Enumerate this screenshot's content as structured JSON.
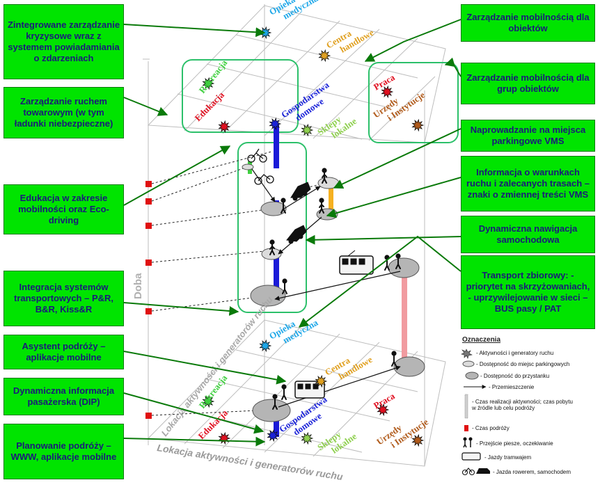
{
  "callouts": [
    {
      "id": "c1",
      "text": "Zintegrowane zarządzanie kryzysowe wraz z systemem powiadamiania o zdarzeniach"
    },
    {
      "id": "c2",
      "text": "Zarządzanie ruchem towarowym (w tym ładunki niebezpieczne)"
    },
    {
      "id": "c3",
      "text": "Edukacja w zakresie mobilności oraz Eco-driving"
    },
    {
      "id": "c4",
      "text": "Integracja systemów transportowych – P&R, B&R, Kiss&R"
    },
    {
      "id": "c5",
      "text": "Asystent podróży – aplikacje mobilne"
    },
    {
      "id": "c6",
      "text": "Dynamiczna informacja pasażerska (DIP)"
    },
    {
      "id": "c7",
      "text": "Planowanie podróży – WWW, aplikacje mobilne"
    },
    {
      "id": "c8",
      "text": "Zarządzanie mobilnością dla obiektów"
    },
    {
      "id": "c9",
      "text": "Zarządzanie mobilnością dla grup obiektów"
    },
    {
      "id": "c10",
      "text": "Naprowadzanie na miejsca parkingowe VMS"
    },
    {
      "id": "c11",
      "text": "Informacja o warunkach ruchu i zalecanych trasach – znaki o zmiennej treści VMS"
    },
    {
      "id": "c12",
      "text": "Dynamiczna nawigacja samochodowa"
    },
    {
      "id": "c13",
      "text": "Transport zbiorowy: - priorytet na skrzyżowaniach, - uprzywilejowanie w sieci – BUS pasy / PAT"
    }
  ],
  "places_top": {
    "opieka": "Opieka medyczna",
    "centra": "Centra handlowe",
    "rekreacja": "Rekreacja",
    "gospodarstwa": "Gospodarstwa domowe",
    "praca": "Praca",
    "edukacja": "Edukacja",
    "sklepy": "Sklepy lokalne",
    "urzedy": "Urzędy i Instytucje"
  },
  "places_bottom": {
    "opieka": "Opieka medyczna",
    "centra": "Centra handlowe",
    "rekreacja": "Rekreacja",
    "gospodarstwa": "Gospodarstwa domowe",
    "praca": "Praca",
    "edukacja": "Edukacja",
    "sklepy": "Sklepy lokalne",
    "urzedy": "Urzędy i Instytucje"
  },
  "axes": {
    "time": "Doba",
    "location_bottom": "Lokacja aktywności i generatorów ruchu",
    "location_left": "Lokacja aktywności i generatorów ruchu"
  },
  "legend": {
    "title": "Oznaczenia",
    "items": [
      {
        "text": "- Aktywności i generatory ruchu"
      },
      {
        "text": "- Dostępność do miejsc parkingowych"
      },
      {
        "text": "- Dostępność do przystanku"
      },
      {
        "text": "- Przemieszczenie"
      },
      {
        "text": "- Czas realizacji aktywności; czas pobytu w źródle lub celu podróży"
      },
      {
        "text": "- Czas podróży"
      },
      {
        "text": "- Przejście piesze, oczekiwanie"
      },
      {
        "text": "- Jazdy tramwajem"
      },
      {
        "text": "- Jazda rowerem, samochodem"
      }
    ]
  },
  "colors": {
    "callout_bg": "#00e400",
    "callout_text": "#1a1a7a",
    "arrow": "#0a7a0a",
    "opieka": "#1ea7e8",
    "centra": "#e0a020",
    "rekreacja": "#3fcf3f",
    "gospodarstwa": "#1a22d8",
    "praca": "#e01020",
    "edukacja": "#e01020",
    "sklepy": "#8fd04f",
    "urzedy": "#b05a1a",
    "bar_blue": "#1a1ad8",
    "bar_pink": "#f19ba0",
    "bar_orange": "#f5b020",
    "bar_green": "#3fd03f",
    "time_marker": "#e01010"
  }
}
